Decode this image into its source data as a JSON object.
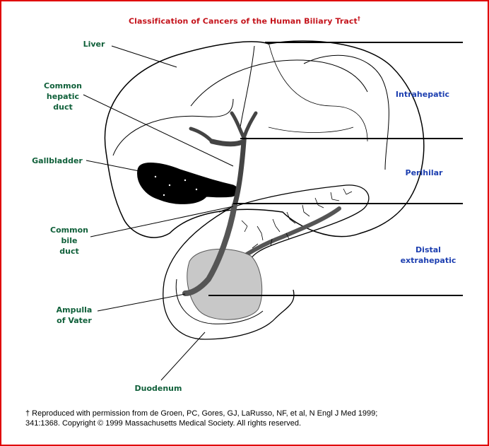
{
  "title": "Classification of Cancers of the Human Biliary Tract",
  "title_mark": "†",
  "labels": {
    "liver": "Liver",
    "common_hepatic_duct": "Common\nhepatic\nduct",
    "gallbladder": "Gallbladder",
    "common_bile_duct": "Common\nbile\nduct",
    "ampulla": "Ampulla\nof Vater",
    "duodenum": "Duodenum"
  },
  "zones": {
    "intrahepatic": "Intrahepatic",
    "perihilar": "Perihilar",
    "distal": "Distal\nextrahepatic"
  },
  "footnote": {
    "line1": "† Reproduced with permission from de Groen, PC, Gores, GJ, LaRusso, NF, et al, N Engl J Med 1999;",
    "line2": "341:1368. Copyright © 1999 Massachusetts Medical Society. All rights reserved."
  },
  "colors": {
    "frame": "#e00000",
    "title": "#c4121a",
    "anatomy_label": "#10603a",
    "zone_label": "#1d3fb0"
  }
}
